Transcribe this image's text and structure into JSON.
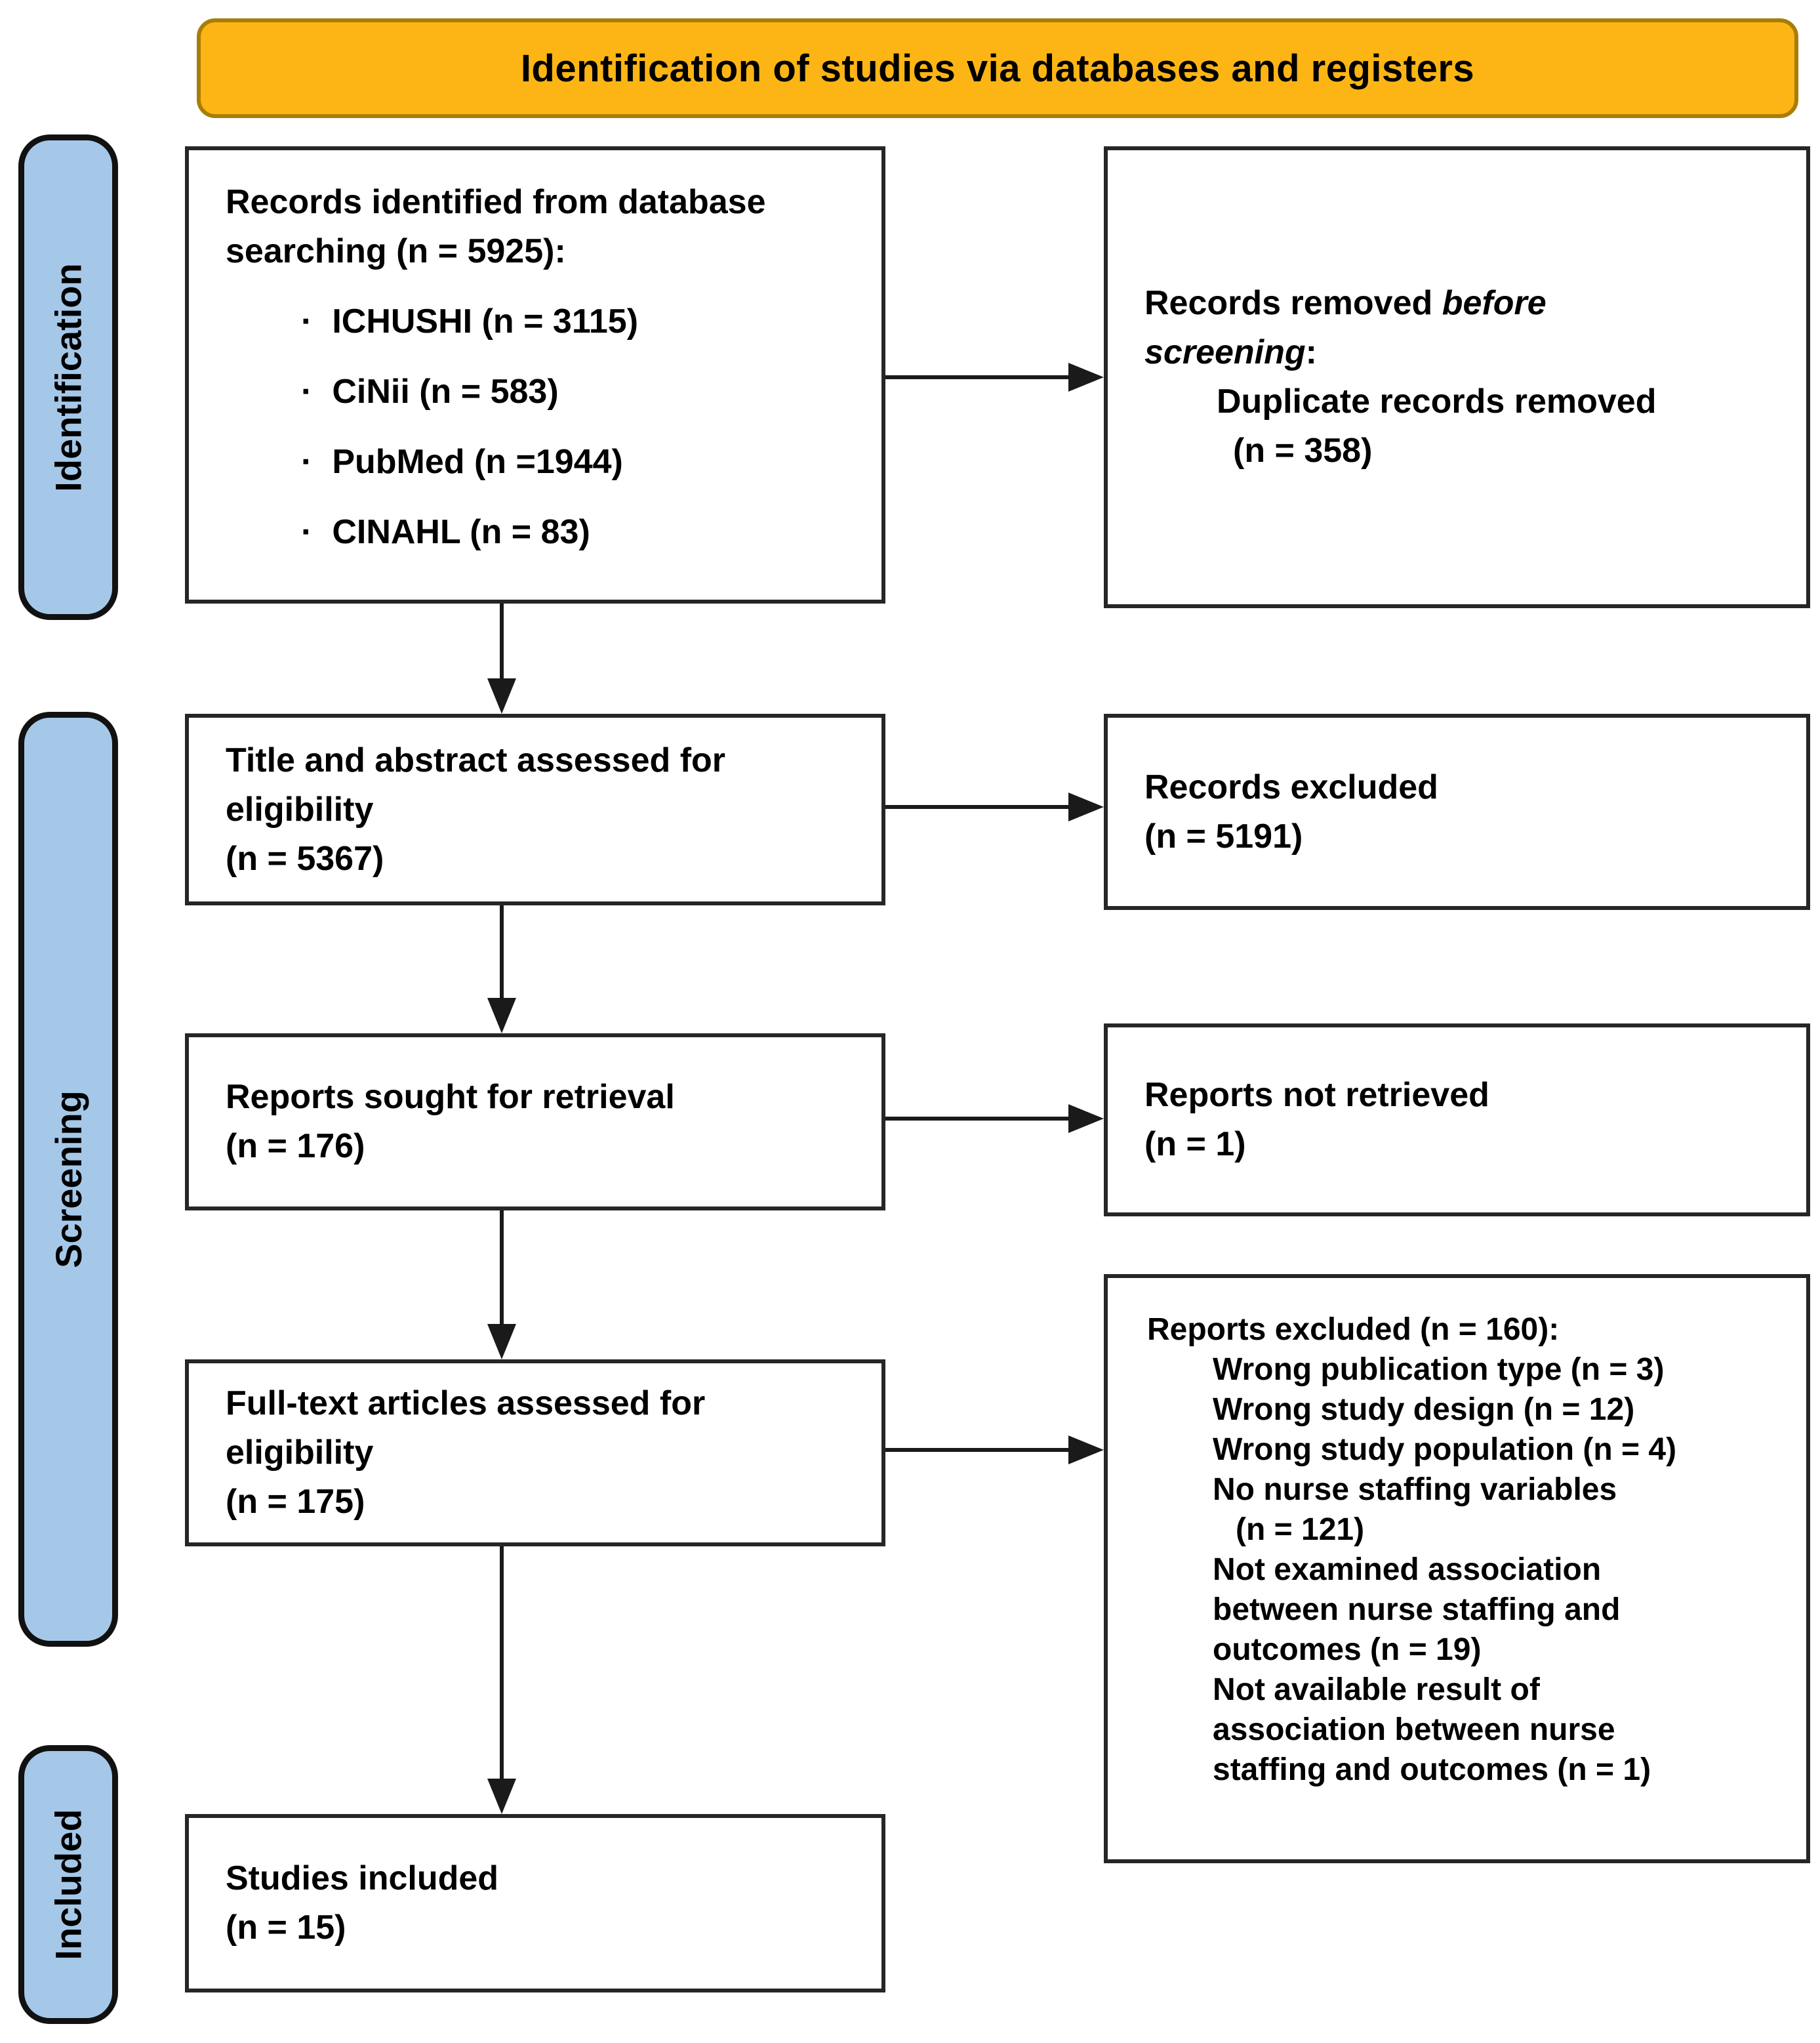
{
  "banner": {
    "title": "Identification of studies via databases and registers"
  },
  "stages": [
    {
      "label": "Identification"
    },
    {
      "label": "Screening"
    },
    {
      "label": "Included"
    }
  ],
  "flow": {
    "records_identified": {
      "title": "Records identified from database searching (n = 5925):",
      "bullet": "·",
      "databases": [
        "ICHUSHI (n = 3115)",
        "CiNii (n = 583)",
        "PubMed (n =1944)",
        "CINAHL (n = 83)"
      ]
    },
    "records_removed": {
      "prefix": "Records removed ",
      "emphasis": "before screening",
      "suffix": ":",
      "detail": "Duplicate records removed",
      "detail_n": "(n = 358)"
    },
    "title_abstract": {
      "text": "Title and abstract assessed for eligibility",
      "n": "(n = 5367)"
    },
    "records_excluded": {
      "text": "Records excluded",
      "n": "(n = 5191)"
    },
    "reports_sought": {
      "text": "Reports sought for retrieval",
      "n": "(n = 176)"
    },
    "reports_not_retrieved": {
      "text": "Reports not retrieved",
      "n": "(n = 1)"
    },
    "fulltext_assessed": {
      "text": "Full-text articles assessed for eligibility",
      "n": "(n = 175)"
    },
    "reports_excluded": {
      "title": "Reports excluded (n = 160):",
      "lines": [
        "Wrong publication type (n = 3)",
        "Wrong study design (n = 12)",
        "Wrong study population (n = 4)",
        "No nurse staffing variables",
        "(n = 121)",
        "Not examined association",
        "between nurse staffing and",
        "outcomes (n = 19)",
        "Not available result of",
        "association between nurse",
        "staffing and outcomes (n = 1)"
      ]
    },
    "studies_included": {
      "text": "Studies included",
      "n": "(n = 15)"
    }
  },
  "colors": {
    "banner_fill": "#FCB514",
    "banner_border": "#A87D08",
    "stage_fill": "#A5C8E9",
    "stage_border": "#111111",
    "box_background": "#FFFFFF",
    "box_border": "#262626",
    "arrow": "#1A1A1A",
    "text": "#000000"
  }
}
